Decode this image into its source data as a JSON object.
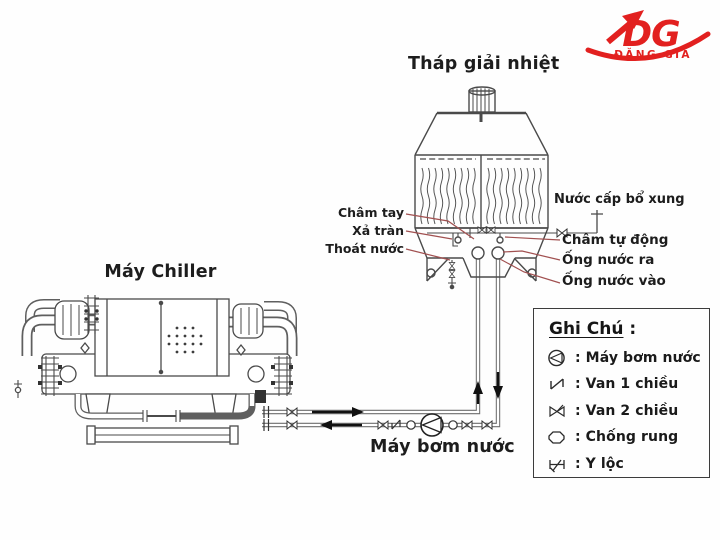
{
  "logo": {
    "monogram": "DG",
    "name": "ĐẶNG GIA",
    "color": "#e2201f"
  },
  "diagram": {
    "tower_title": "Tháp giải nhiệt",
    "chiller_label": "Máy Chiller",
    "pump_label": "Máy bơm nước",
    "left_callouts": [
      "Châm tay",
      "Xả tràn",
      "Thoát nước"
    ],
    "right_callouts": [
      "Nước cấp bổ xung",
      "Châm tự động",
      "Ống nước ra",
      "Ống nước vào"
    ]
  },
  "legend": {
    "title": "Ghi Chú",
    "title_suffix": " :",
    "items": [
      {
        "icon": "pump-icon",
        "label": ": Máy bơm nước"
      },
      {
        "icon": "check-valve-icon",
        "label": ": Van 1 chiều"
      },
      {
        "icon": "two-way-valve-icon",
        "label": ": Van 2 chiều"
      },
      {
        "icon": "anti-vibration-icon",
        "label": ": Chống rung"
      },
      {
        "icon": "y-strainer-icon",
        "label": ": Y lộc"
      }
    ]
  },
  "colors": {
    "line": "#4a4a4a",
    "annotation": "#a15050",
    "accent": "#e2201f"
  }
}
